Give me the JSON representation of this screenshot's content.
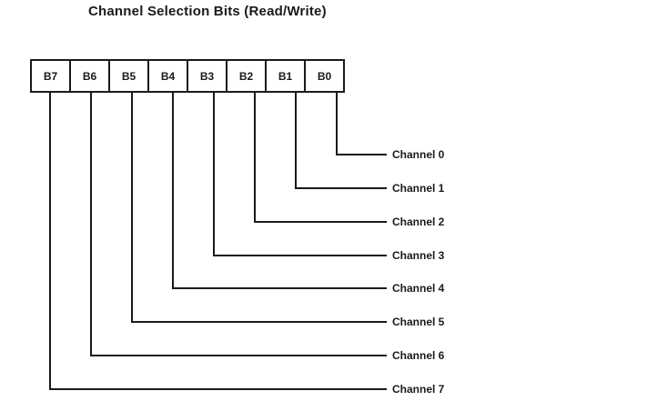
{
  "title": "Channel Selection Bits (Read/Write)",
  "register": {
    "bits": [
      "B7",
      "B6",
      "B5",
      "B4",
      "B3",
      "B2",
      "B1",
      "B0"
    ]
  },
  "channels": [
    "Channel 0",
    "Channel 1",
    "Channel 2",
    "Channel 3",
    "Channel 4",
    "Channel 5",
    "Channel 6",
    "Channel 7"
  ],
  "colors": {
    "line": "#1a1a1a",
    "text": "#1a1a1a",
    "background": "#ffffff"
  }
}
